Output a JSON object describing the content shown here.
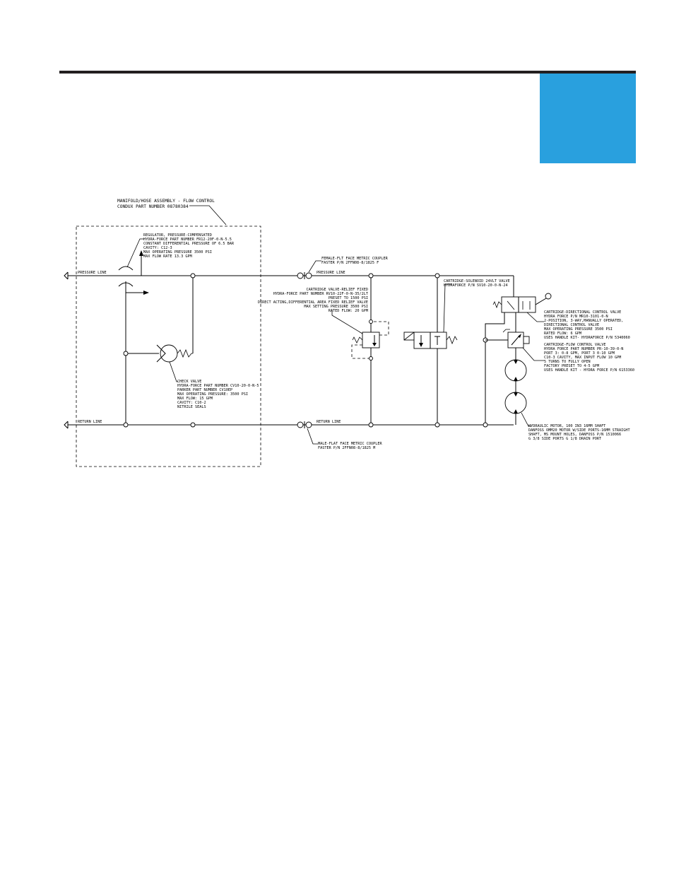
{
  "colors": {
    "header_rule": "#231f20",
    "accent_tab": "#29a0de"
  },
  "assembly": {
    "l1": "MANIFOLD/HOSE ASSEMBLY - FLOW CONTROL",
    "l2": "CONDUX PART NUMBER 08780384"
  },
  "lines": {
    "pressure_left": "PRESSURE LINE",
    "pressure_right": "PRESSURE LINE",
    "return_left": "RETURN LINE",
    "return_right": "RETURN LINE"
  },
  "regulator": [
    "REGULATOR, PRESSURE-COMPENSATED",
    "HYDRA-FORCE PART NUMBER FR12-20F-0-N-5.5",
    "CONSTANT DIFFERENTIAL PRESSURE OF 6.5 BAR",
    "CAVITY: C12-3",
    "MAX OPERATING PRESSURE 3500 PSI",
    "MAX FLOW RATE 13.3 GPM"
  ],
  "check_valve": [
    "CHECK VALVE",
    "HYDRA-FORCE PART NUMBER CV10-20-0-N-5",
    "PARKER PART NUMBER CV10EP",
    "MAX OPERATING PRESSURE: 3500 PSI",
    "MAX FLOW: 15 GPM",
    "CAVITY: C10-2",
    "NITRILE SEALS"
  ],
  "female_coupler": [
    "FEMALE-FLT FACE METRIC COUPLER",
    "FASTER P/N 2FFN08-8/1825 F"
  ],
  "male_coupler": [
    "MALE-FLAT FACE METRIC COUPLER",
    "FASTER P/N 2FFN08-8/1825 M"
  ],
  "relief_valve": [
    "CARTRIDGE VALVE-RELIEF FIXED",
    "HYDRA-FORCE PART NUMBER RV10-22F-0-N-35/2LT",
    "PRESET TO 1500 PSI",
    "DIRECT ACTING,DIFFERENTIAL AREA FIXED RELIEF VALVE",
    "MAX SETTING PRESSURE 3500 PSI",
    "RATED FLOW: 20 GPM"
  ],
  "solenoid_valve": [
    "CARTRIDGE-SOLENOID 24VLT VALVE",
    "HYDRAFORCE P/N SV10-20-0-N-24"
  ],
  "directional_valve": [
    "CARTRIDGE-DIRECTIONAL CONTROL VALVE",
    "HYDRA FORCE P/N MR10-3101-0-N",
    "2-POSITION, 3-WAY,MANUALLY OPERATED,",
    "DIRECTIONAL CONTROL VALVE",
    "MAX OPERATING PRESSURE 3500 PSI",
    "RATED FLOW: 6 GPM",
    "USES HANDLE KIT- HYDRAFORCE P/N 5340060"
  ],
  "flow_control": [
    "CARTRIDGE-FLOW CONTROL VALVE",
    "HYDRA FORCE PART NUMBER PR-10-39-0-N",
    "PORT 3: 0-8 GPM, PORT 3 0-10 GPM",
    "C10-3 CAVITY, MAX INPUT FLOW 10 GPM",
    "5 TURNS TO FULLY OPEN",
    "FACTORY PRESET TO 4-5 GPM",
    "USES HANDLE KIT - HYDRA FORCE P/N 6153360"
  ],
  "motor": [
    "HYDRAULIC MOTOR, 100 IN3 16MM SHAFT",
    "DANFOSS OMM20 MOTOR W/SIDE PORTS-16MM STRAIGHT",
    "SHAFT, MS MOUNT HOLES, DANFOSS P/N 1510066",
    "G 3/8 SIDE PORTS G 1/8 DRAIN PORT"
  ]
}
